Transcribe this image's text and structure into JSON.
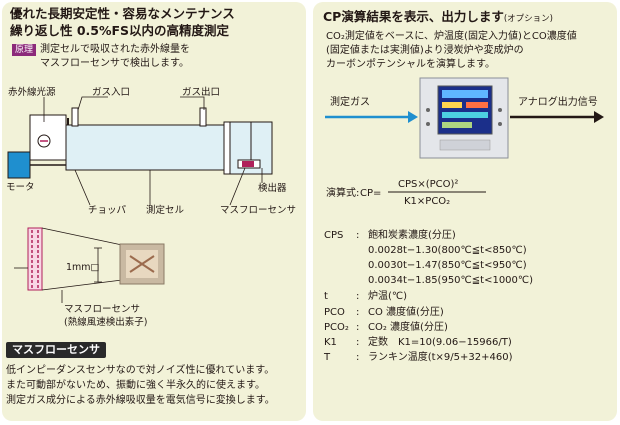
{
  "left": {
    "title_line1": "優れた長期安定性・容易なメンテナンス",
    "title_line2": "繰り返し性 0.5%FS以内の高精度測定",
    "principle_tag": "原理",
    "principle_line1": "測定セルで吸収された赤外線量を",
    "principle_line2": "マスフローセンサで検出します。",
    "labels": {
      "ir_source": "赤外線光源",
      "gas_in": "ガス入口",
      "gas_out": "ガス出口",
      "motor": "モータ",
      "detector": "検出器",
      "chopper": "チョッパ",
      "cell": "測定セル",
      "massflow": "マスフローセンサ",
      "size": "1mm□",
      "sensor_line1": "マスフローセンサ",
      "sensor_line2": "(熱線風速検出素子)"
    },
    "section_tag": "マスフローセンサ",
    "desc_line1": "低インピーダンスセンサなので対ノイズ性に優れています。",
    "desc_line2": "また可動部がないため、振動に強く半永久的に使えます。",
    "desc_line3": "測定ガス成分による赤外線吸収量を電気信号に変換します。",
    "colors": {
      "panel": "#f2f2d8",
      "cell": "#dff0f5",
      "heater": "#b0205a"
    }
  },
  "right": {
    "title": "CP演算結果を表示、出力します",
    "title_note": "(オプション)",
    "intro_line1": "CO₂測定値をベースに、炉温度(固定入力値)とCO濃度値",
    "intro_line2": "(固定値または実測値)より浸炭炉や変成炉の",
    "intro_line3": "カーボンポテンシャルを演算します。",
    "input_label": "測定ガス",
    "output_label": "アナログ出力信号",
    "formula_label": "演算式:",
    "formula_lhs": "CP=",
    "numerator": "CPS×(PCO)²",
    "denominator": "K1×PCO₂",
    "defs": [
      {
        "sym": "CPS",
        "sep": ":",
        "text": "飽和炭素濃度(分圧)"
      },
      {
        "sym": "",
        "sep": "",
        "text": "0.0028t−1.30(800℃≦t<850℃)"
      },
      {
        "sym": "",
        "sep": "",
        "text": "0.0030t−1.47(850℃≦t<950℃)"
      },
      {
        "sym": "",
        "sep": "",
        "text": "0.0034t−1.85(950℃≦t<1000℃)"
      },
      {
        "sym": "t",
        "sep": ":",
        "text": "炉温(℃)"
      },
      {
        "sym": "PCO",
        "sep": ":",
        "text": "CO 濃度値(分圧)"
      },
      {
        "sym": "PCO₂",
        "sep": ":",
        "text": "CO₂ 濃度値(分圧)"
      },
      {
        "sym": "K1",
        "sep": ":",
        "text": "定数　K1=10(9.06−15966/T)"
      },
      {
        "sym": "T",
        "sep": ":",
        "text": "ランキン温度(t×9/5+32+460)"
      }
    ],
    "colors": {
      "arrow_in": "#1f8fcf",
      "arrow_out": "#231815"
    }
  }
}
